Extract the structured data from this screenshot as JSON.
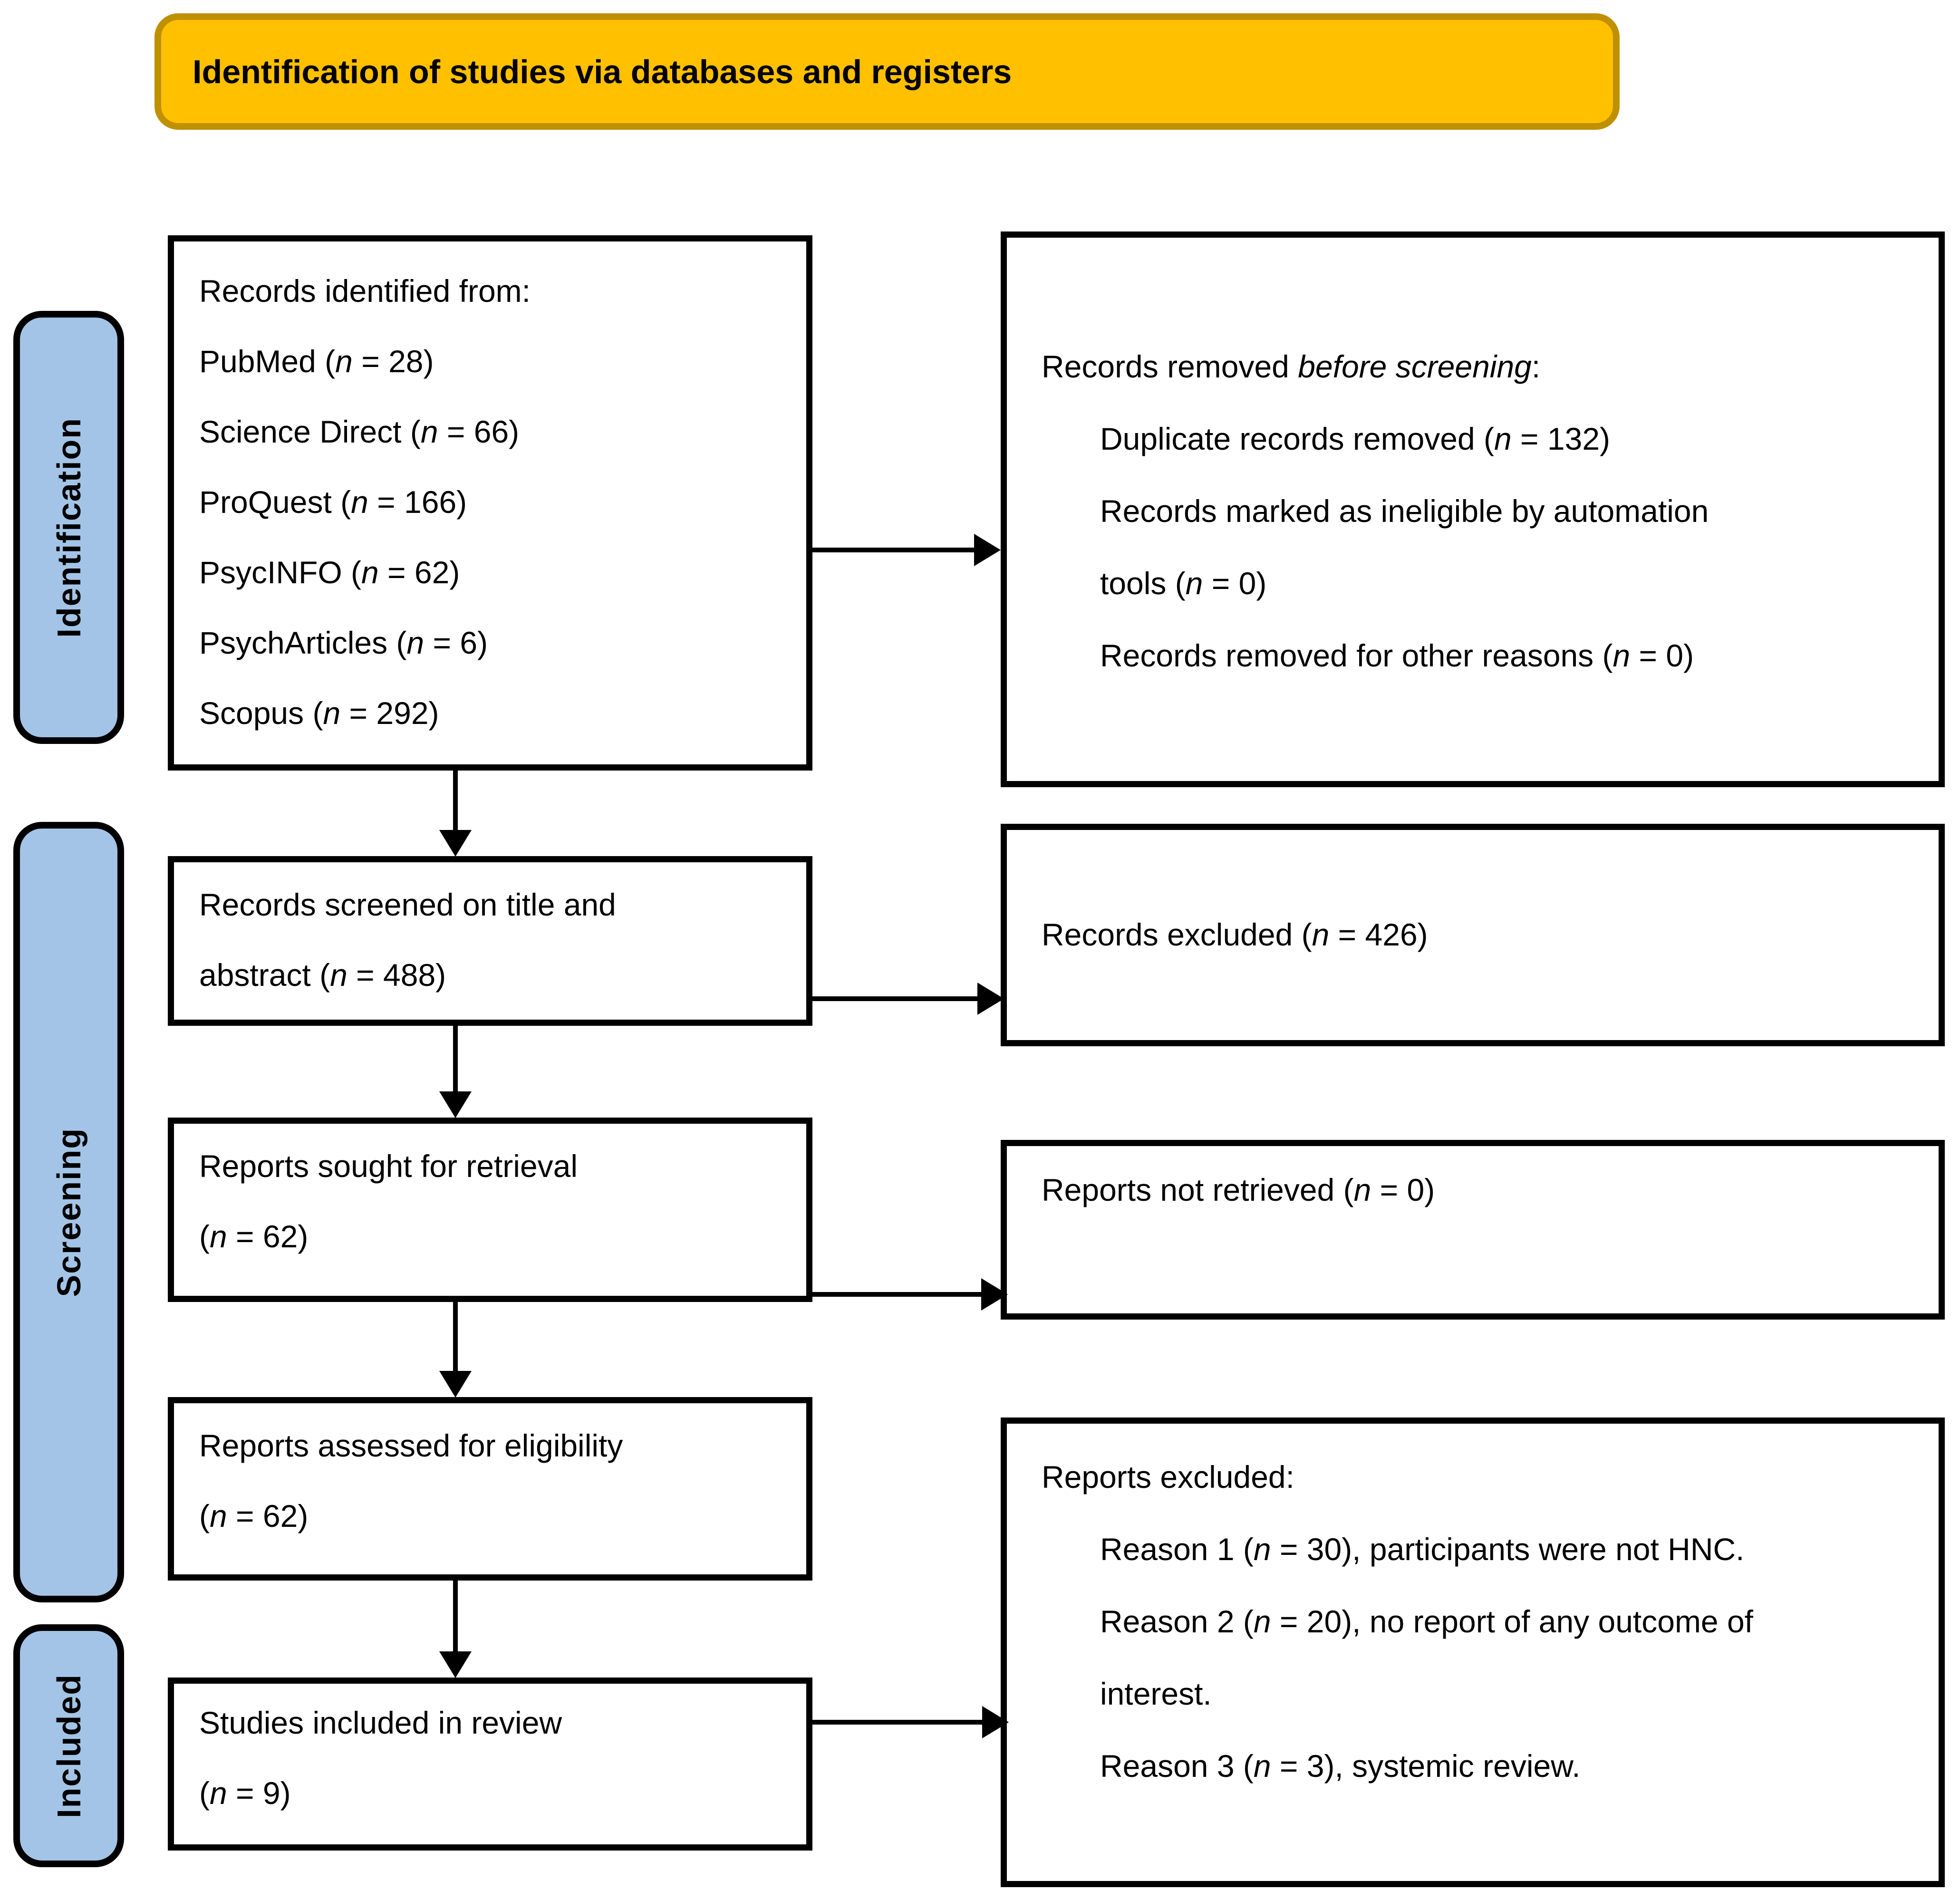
{
  "banner": {
    "title": "Identification of studies via databases and registers"
  },
  "stages": [
    {
      "label": "Identification"
    },
    {
      "label": "Screening"
    },
    {
      "label": "Included"
    }
  ],
  "boxes": {
    "identified": {
      "lines": [
        {
          "text": "Records identified from:",
          "indent": 0
        },
        {
          "text": "PubMed (*n* = 28)",
          "indent": 0
        },
        {
          "text": "Science Direct (*n* = 66)",
          "indent": 0
        },
        {
          "text": "ProQuest (*n* = 166)",
          "indent": 0
        },
        {
          "text": "PsycINFO (*n* = 62)",
          "indent": 0
        },
        {
          "text": "PsychArticles (*n* = 6)",
          "indent": 0
        },
        {
          "text": "Scopus (*n* = 292)",
          "indent": 0
        }
      ]
    },
    "removed_before_screening": {
      "lines": [
        {
          "text": "Records removed *before screening*:",
          "indent": 0
        },
        {
          "text": "Duplicate records removed (*n* = 132)",
          "indent": 1
        },
        {
          "text": "Records marked as ineligible by automation",
          "indent": 1
        },
        {
          "text": "tools (*n* = 0)",
          "indent": 1
        },
        {
          "text": "Records removed for other reasons (*n* = 0)",
          "indent": 1
        }
      ]
    },
    "screened": {
      "lines": [
        {
          "text": "Records screened on title and",
          "indent": 0
        },
        {
          "text": "abstract (*n* = 488)",
          "indent": 0
        }
      ]
    },
    "records_excluded": {
      "lines": [
        {
          "text": "Records excluded (*n* = 426)",
          "indent": 0
        }
      ]
    },
    "sought": {
      "lines": [
        {
          "text": "Reports sought for retrieval",
          "indent": 0
        },
        {
          "text": "(*n* = 62)",
          "indent": 0
        }
      ]
    },
    "not_retrieved": {
      "lines": [
        {
          "text": "Reports not retrieved (*n* = 0)",
          "indent": 0
        }
      ]
    },
    "assessed": {
      "lines": [
        {
          "text": "Reports assessed for eligibility",
          "indent": 0
        },
        {
          "text": "(*n* = 62)",
          "indent": 0
        }
      ]
    },
    "reports_excluded": {
      "lines": [
        {
          "text": "Reports excluded:",
          "indent": 0
        },
        {
          "text": "Reason 1 (*n* = 30), participants were not HNC.",
          "indent": 1
        },
        {
          "text": "Reason 2 (*n* = 20), no report of any outcome of",
          "indent": 1
        },
        {
          "text": "interest.",
          "indent": 1
        },
        {
          "text": "Reason 3 (*n* = 3), systemic review.",
          "indent": 1
        }
      ]
    },
    "included_in_review": {
      "lines": [
        {
          "text": "Studies included in review",
          "indent": 0
        },
        {
          "text": "(*n* = 9)",
          "indent": 0
        }
      ]
    }
  },
  "colors": {
    "banner_fill": "#FFC000",
    "banner_border": "#BF9000",
    "stage_fill": "#A3C4E6",
    "stage_border": "#000000",
    "box_border": "#000000",
    "connector": "#000000",
    "text": "#000000"
  }
}
